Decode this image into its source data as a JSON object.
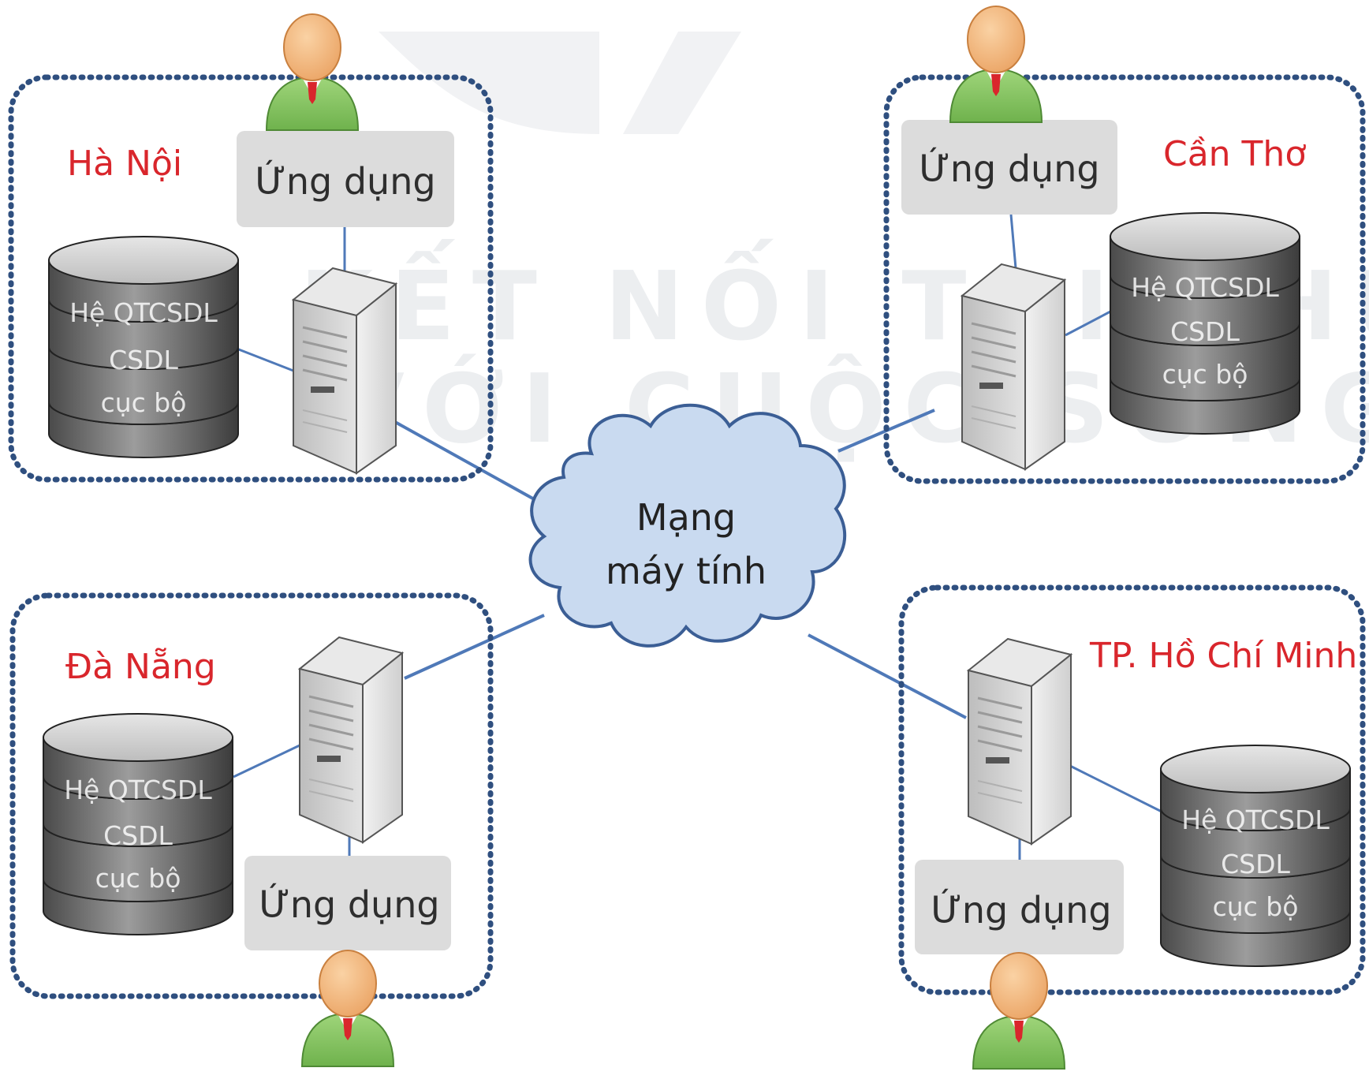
{
  "watermark": {
    "line1": "KẾT NỐI TRI THỨC",
    "line2": "VỚI CUỘC SỐNG"
  },
  "network": {
    "line1": "Mạng",
    "line2": "máy tính"
  },
  "sites": [
    {
      "city": "Hà Nội",
      "app": "Ứng dụng",
      "db": {
        "line1": "Hệ QTCSDL",
        "line2": "CSDL",
        "line3": "cục bộ"
      }
    },
    {
      "city": "Cần Thơ",
      "app": "Ứng dụng",
      "db": {
        "line1": "Hệ QTCSDL",
        "line2": "CSDL",
        "line3": "cục bộ"
      }
    },
    {
      "city": "Đà Nẵng",
      "app": "Ứng dụng",
      "db": {
        "line1": "Hệ QTCSDL",
        "line2": "CSDL",
        "line3": "cục bộ"
      }
    },
    {
      "city": "TP. Hồ Chí Minh",
      "app": "Ứng dụng",
      "db": {
        "line1": "Hệ QTCSDL",
        "line2": "CSDL",
        "line3": "cục bộ"
      }
    }
  ],
  "icons": {
    "user": "user-icon",
    "server": "server-icon",
    "database": "database-icon",
    "cloud": "cloud-icon"
  },
  "colors": {
    "city_label": "#d9262c",
    "region_border": "#2f4f7f",
    "link": "#4f79b8",
    "cloud_fill": "#c9daf0",
    "cloud_stroke": "#3b5e95",
    "user_head": "#f4b97e",
    "user_body": "#8dcc6a",
    "tie": "#d9262c"
  }
}
